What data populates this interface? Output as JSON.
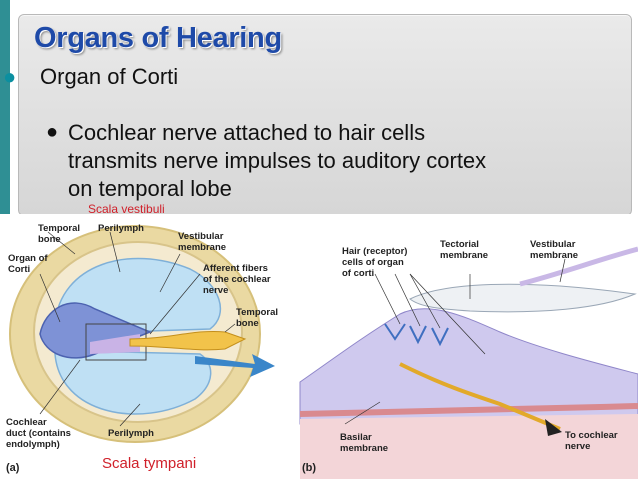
{
  "slide": {
    "title": "Organs of Hearing",
    "bullet1": "Organ of Corti",
    "bullet2_lines": [
      "Cochlear nerve attached to hair cells",
      "transmits nerve impulses to auditory cortex",
      "on temporal lobe"
    ]
  },
  "figure": {
    "overlay_top": "Scala vestibuli",
    "overlay_bottom": "Scala tympani",
    "panel_a": {
      "temporal_bone": [
        "Temporal",
        "bone"
      ],
      "perilymph_top": "Perilymph",
      "vestibular_membrane": [
        "Vestibular",
        "membrane"
      ],
      "organ_of_corti": [
        "Organ of",
        "Corti"
      ],
      "afferent_fibers": [
        "Afferent fibers",
        "of the cochlear",
        "nerve"
      ],
      "temporal_bone_right": [
        "Temporal",
        "bone"
      ],
      "cochlear_duct": [
        "Cochlear",
        "duct (contains",
        "endolymph)"
      ],
      "perilymph_bottom": "Perilymph",
      "panel_letter": "(a)"
    },
    "panel_b": {
      "hair_cells": [
        "Hair (receptor)",
        "cells of organ",
        "of corti"
      ],
      "tectorial_membrane": [
        "Tectorial",
        "membrane"
      ],
      "vestibular_membrane": [
        "Vestibular",
        "membrane"
      ],
      "basilar_membrane": [
        "Basilar",
        "membrane"
      ],
      "to_cochlear_nerve": [
        "To cochlear",
        "nerve"
      ],
      "panel_letter": "(b)"
    }
  },
  "colors": {
    "accent_bar": "#2f8f94",
    "title": "#1e4aa8",
    "bullet_teal": "#0b8fa0",
    "red_label": "#d0202a"
  }
}
